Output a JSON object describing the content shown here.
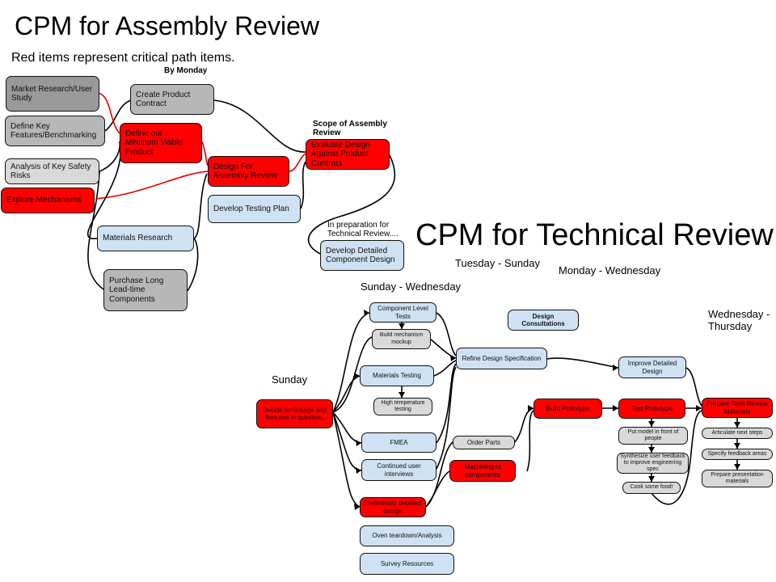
{
  "titles": {
    "assembly": "CPM for Assembly Review",
    "technical": "CPM for Technical Review"
  },
  "labels": {
    "note": "Red items represent critical path items.",
    "by_monday": "By Monday",
    "scope": "Scope of Assembly Review",
    "prep": "In preparation for Technical Review....",
    "tue_sun": "Tuesday - Sunday",
    "mon_wed": "Monday - Wednesday",
    "sun_wed": "Sunday - Wednesday",
    "wed_thu": "Wednesday - Thursday",
    "sunday": "Sunday"
  },
  "assembly": {
    "market": "Market Research/User Study",
    "features": "Define Key Features/Benchmarking",
    "safety": "Analysis of Key Safety Risks",
    "mechanisms": "Explore Mechanisms",
    "contract": "Create Product Contract",
    "mvp": "Define our Minimum Viable Product",
    "dfa": "Design For Assembly Review",
    "testplan": "Develop Testing Plan",
    "materials": "Materials Research",
    "purchase": "Purchase Long Lead-time Components",
    "evaluate": "Evaluate Design Against Product Contract",
    "detailed": "Develop Detailed Component Design"
  },
  "technical": {
    "decide": "Decide on linkage and features in question.",
    "component": "Component Level Tests",
    "mockup": "Build mechanism mockup",
    "mattest": "Materials Testing",
    "hightemp": "High temperature testing",
    "fmea": "FMEA",
    "interviews": "Continued user interviews",
    "prelim": "Preliminary detailed design",
    "oven": "Oven teardown/Analysis",
    "survey": "Survey Resources",
    "refine": "Refine Design Specification",
    "consult": "Design Consultations",
    "orderparts": "Order Parts",
    "machining": "Machining of components",
    "build": "Build Prototype",
    "test": "Test Prototype",
    "putmodel": "Put model in front of people",
    "synth": "Synthesize user feedback to improve engineering spec",
    "cook": "Cook some food!",
    "improve": "Improve Detailed Design",
    "preptech": "Prepare Tech Review Materials",
    "articulate": "Articulate next steps",
    "feedback": "Specify feedback areas",
    "presentation": "Prepare presentation materials"
  }
}
